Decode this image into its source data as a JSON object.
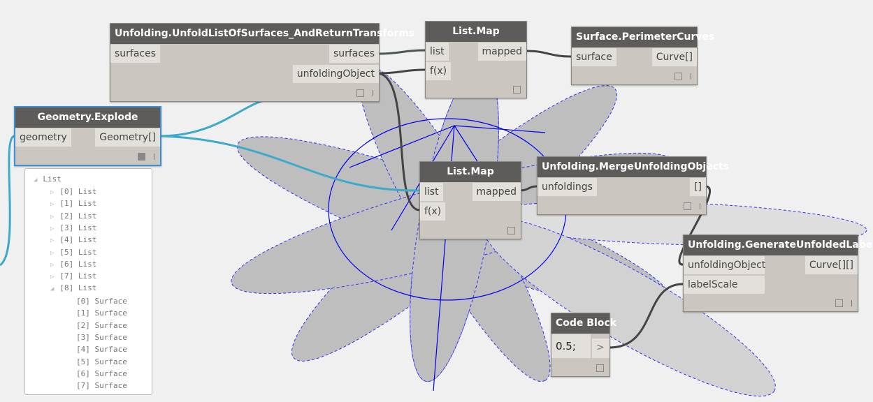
{
  "nodes": {
    "unfold": {
      "title": "Unfolding.UnfoldListOfSurfaces_AndReturnTransforms",
      "inputs": [
        "surfaces"
      ],
      "outputs": [
        "surfaces",
        "unfoldingObject"
      ]
    },
    "map1": {
      "title": "List.Map",
      "inputs": [
        "list",
        "f(x)"
      ],
      "outputs": [
        "mapped"
      ]
    },
    "perim": {
      "title": "Surface.PerimeterCurves",
      "inputs": [
        "surface"
      ],
      "outputs": [
        "Curve[]"
      ]
    },
    "explode": {
      "title": "Geometry.Explode",
      "inputs": [
        "geometry"
      ],
      "outputs": [
        "Geometry[]"
      ]
    },
    "map2": {
      "title": "List.Map",
      "inputs": [
        "list",
        "f(x)"
      ],
      "outputs": [
        "mapped"
      ]
    },
    "merge": {
      "title": "Unfolding.MergeUnfoldingObjects",
      "inputs": [
        "unfoldings"
      ],
      "outputs": [
        "[]"
      ]
    },
    "labels": {
      "title": "Unfolding.GenerateUnfoldedLabels",
      "inputs": [
        "unfoldingObject",
        "labelScale"
      ],
      "outputs": [
        "Curve[][]"
      ]
    },
    "code": {
      "title": "Code Block",
      "value": "0.5;",
      "output": ">"
    }
  },
  "preview": {
    "root": "List",
    "items": [
      "[0] List",
      "[1] List",
      "[2] List",
      "[3] List",
      "[4] List",
      "[5] List",
      "[6] List",
      "[7] List",
      "[8] List"
    ],
    "subitems": [
      "[0] Surface",
      "[1] Surface",
      "[2] Surface",
      "[3] Surface",
      "[4] Surface",
      "[5] Surface",
      "[6] Surface",
      "[7] Surface"
    ]
  }
}
